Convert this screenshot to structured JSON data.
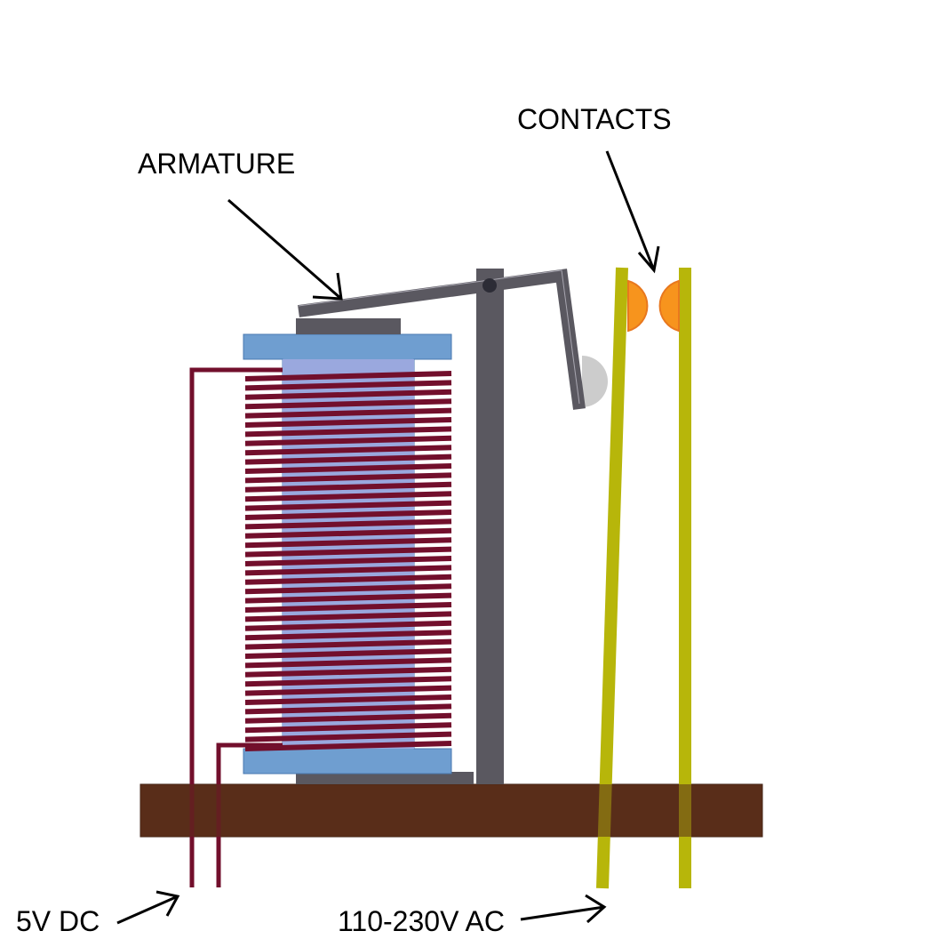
{
  "labels": {
    "armature": "ARMATURE",
    "contacts": "CONTACTS",
    "dc": "5V DC",
    "ac": "110-230V AC"
  },
  "colors": {
    "background": "#ffffff",
    "base": "#5a2e1a",
    "frame": "#5a5860",
    "bobbin": "#6f9ed0",
    "bobbin_core": "#9aa8de",
    "coil": "#720f2c",
    "ac_wire": "#b7b60a",
    "contact": "#f7941d",
    "contact_edge": "#e8781e",
    "pivot": "#2c2c36",
    "spring": "#cccccc"
  },
  "icons": {
    "armature_pointer": "arrow-icon",
    "contacts_pointer": "arrow-icon",
    "dc_pointer": "arrow-icon",
    "ac_pointer": "arrow-icon"
  }
}
